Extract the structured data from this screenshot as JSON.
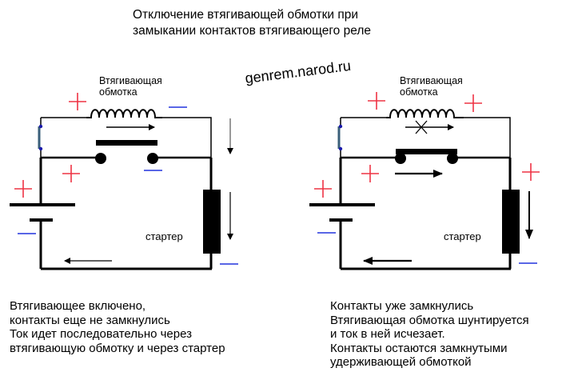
{
  "title": {
    "line1": "Отключение втягивающей обмотки при",
    "line2": "замыкании контактов втягивающего реле"
  },
  "watermark": "genrem.narod.ru",
  "colors": {
    "plus": "#ee3344",
    "minus": "#2233dd",
    "wire": "#000000",
    "switch_body": "#3a5f7a",
    "switch_dot": "#1a1aaa"
  },
  "left_circuit": {
    "coil_label_line1": "Втягивающая",
    "coil_label_line2": "обмотка",
    "starter_label": "стартер",
    "contacts_state": "open",
    "coil_current": "flowing",
    "caption": [
      "Втягивающее включено,",
      "контакты еще не замкнулись",
      "Ток идет последовательно через",
      "втягивающую обмотку и через стартер"
    ]
  },
  "right_circuit": {
    "coil_label_line1": "Втягивающая",
    "coil_label_line2": "обмотка",
    "starter_label": "стартер",
    "contacts_state": "closed",
    "coil_current": "blocked",
    "caption": [
      "Контакты уже замкнулись",
      "Втягивающая обмотка шунтируется",
      "и ток в ней исчезает.",
      "Контакты остаются замкнутыми",
      "удерживающей обмоткой"
    ]
  }
}
